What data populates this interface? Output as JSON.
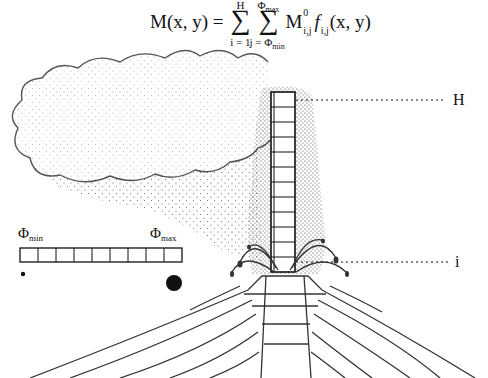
{
  "diagram": {
    "labels": [
      "M(x, y) =",
      "H",
      "∑",
      "i = 1",
      "Φ",
      "max",
      "∑",
      "j = Φ",
      "min",
      "M",
      "0",
      "i,j",
      "f",
      "i,j",
      "(x, y)",
      "H",
      "i",
      "Φ",
      "min",
      "Φ",
      "max"
    ]
  }
}
